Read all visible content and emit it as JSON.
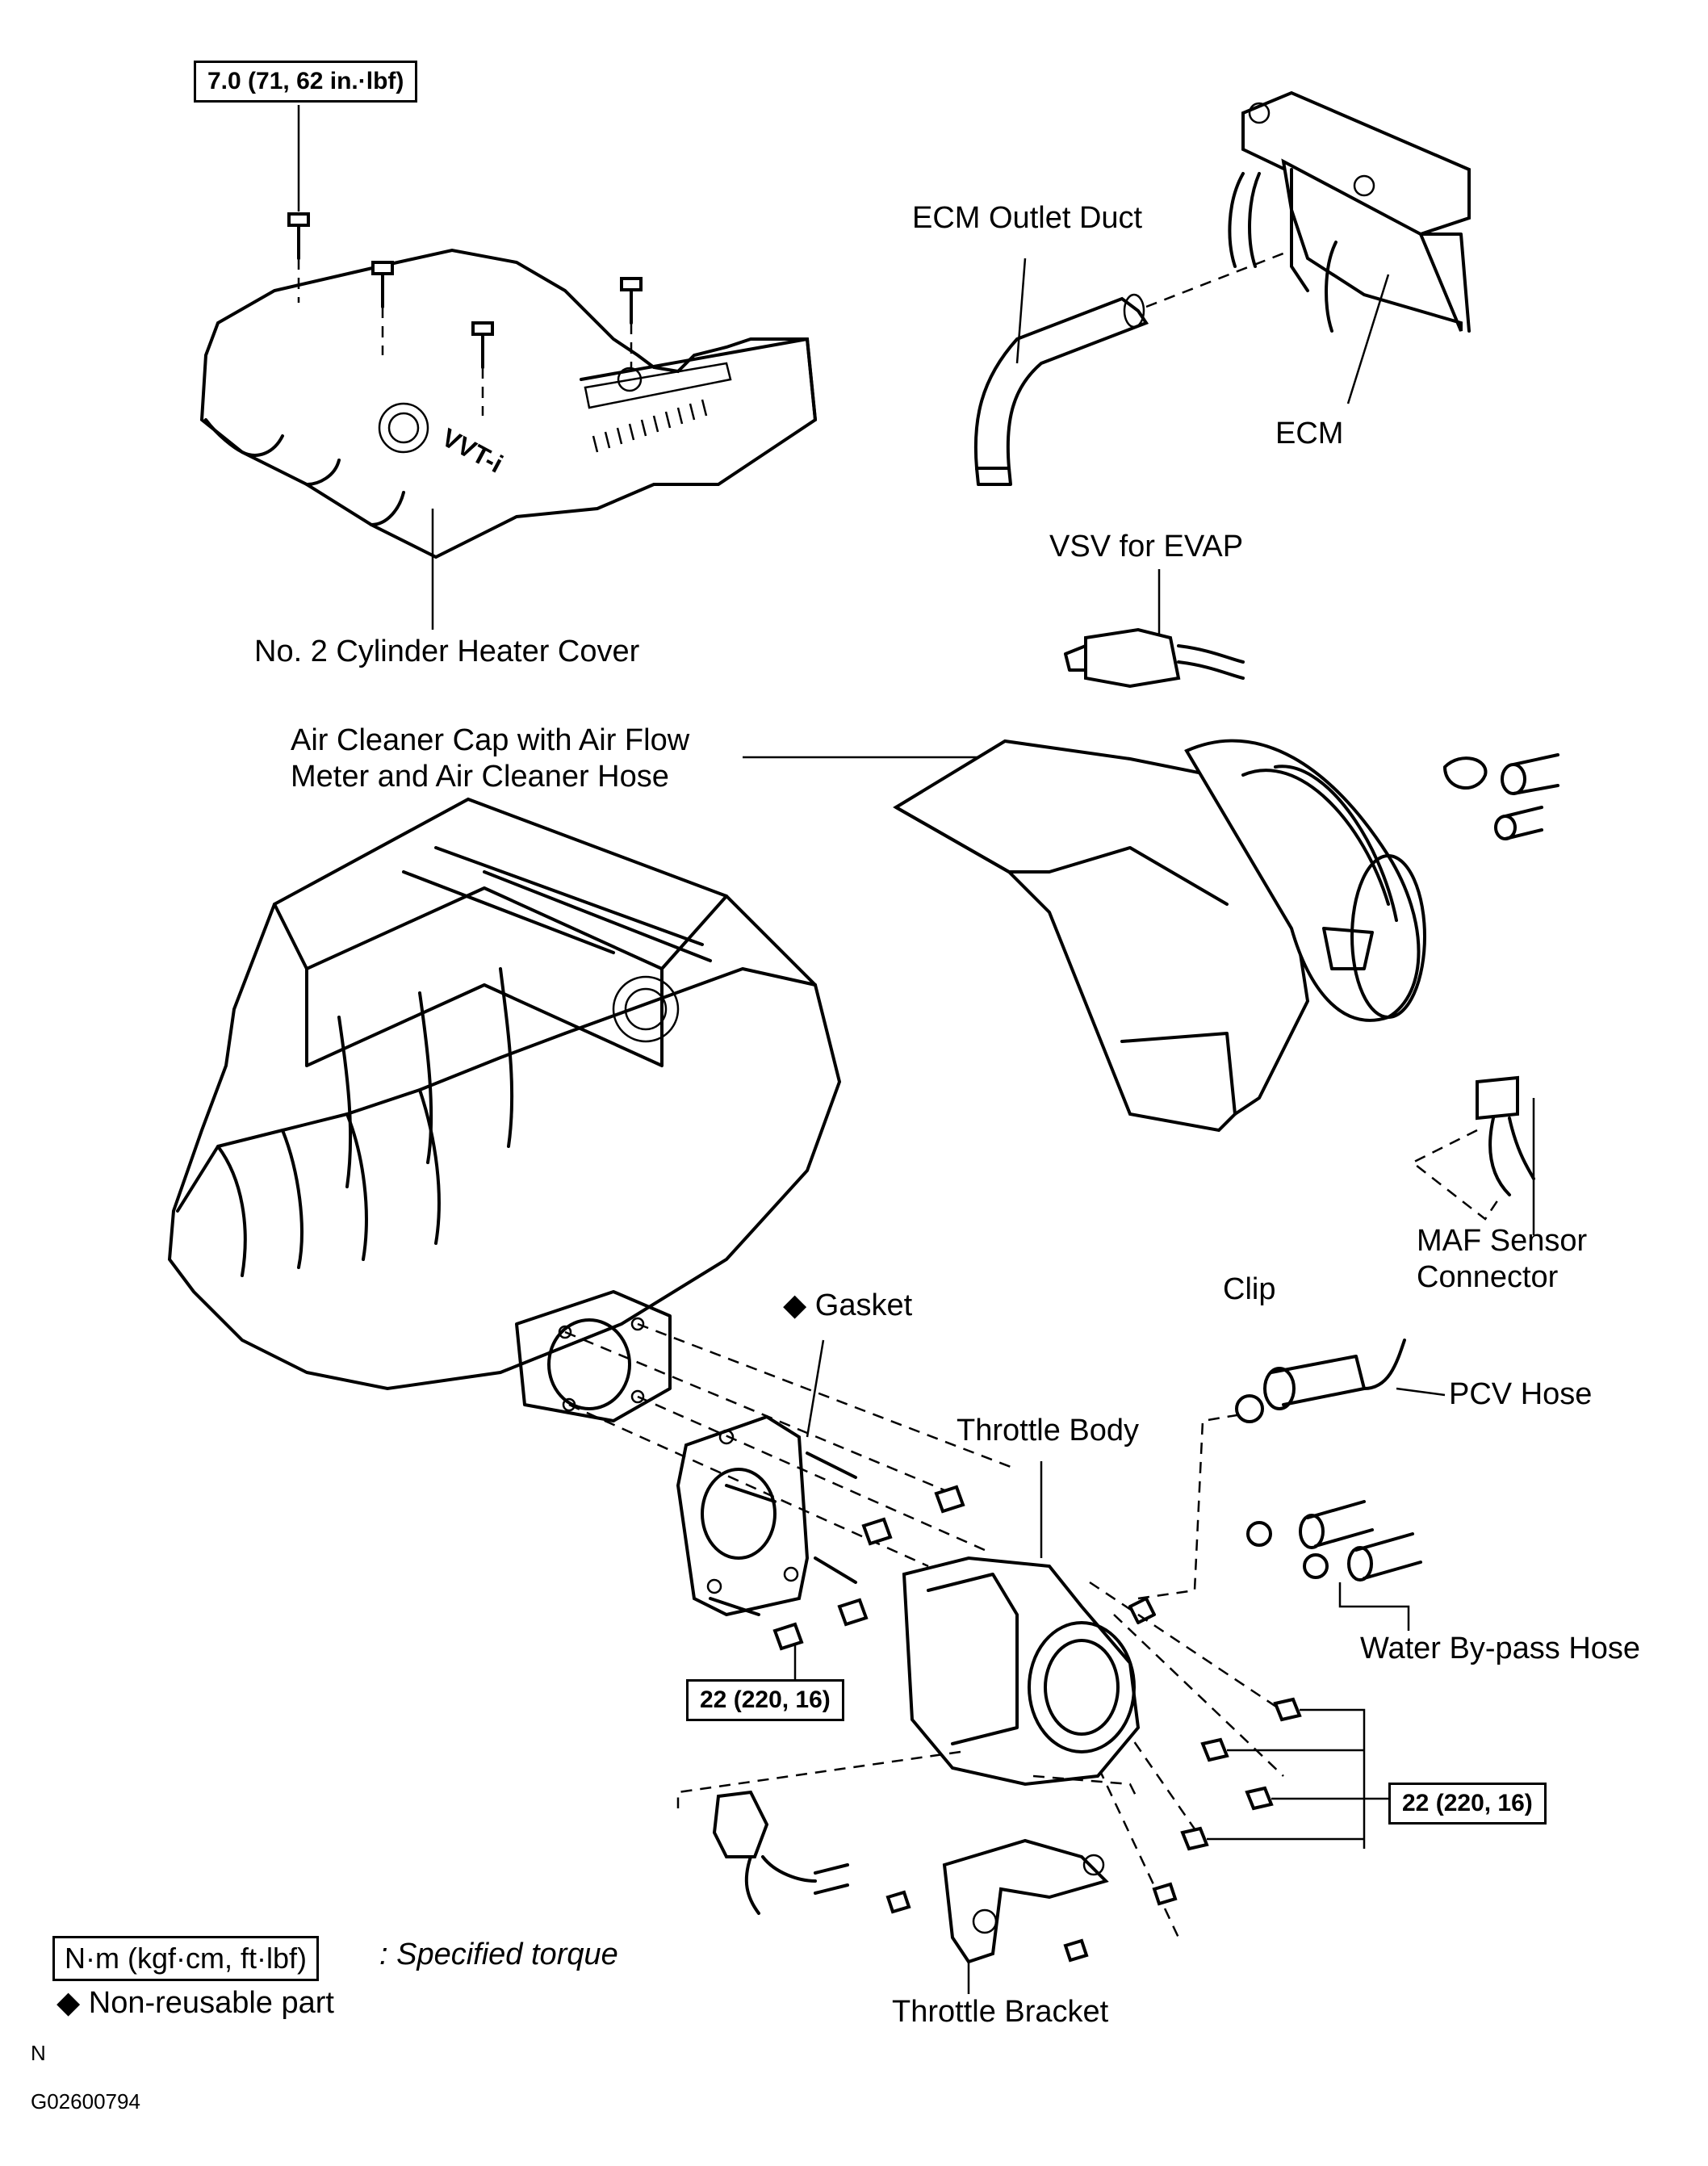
{
  "labels": {
    "torque_top": "7.0 (71, 62 in.·lbf)",
    "ecm_outlet_duct": "ECM Outlet Duct",
    "ecm": "ECM",
    "vsv_evap": "VSV for EVAP",
    "heater_cover": "No. 2 Cylinder Heater Cover",
    "air_cleaner_line1": "Air Cleaner Cap with Air Flow",
    "air_cleaner_line2": "Meter and Air Cleaner Hose",
    "maf_line1": "MAF Sensor",
    "maf_line2": "Connector",
    "gasket": "◆ Gasket",
    "clip": "Clip",
    "pcv_hose": "PCV Hose",
    "throttle_body": "Throttle Body",
    "water_bypass": "Water By-pass Hose",
    "torque_left": "22 (220, 16)",
    "torque_right": "22 (220, 16)",
    "throttle_bracket": "Throttle Bracket",
    "vvti_logo": "VVT-i"
  },
  "legend": {
    "unit_box": "N·m (kgf·cm, ft·lbf)",
    "unit_desc": ": Specified torque",
    "diamond_desc": "◆  Non-reusable part",
    "code_n": "N",
    "code_id": "G02600794"
  }
}
